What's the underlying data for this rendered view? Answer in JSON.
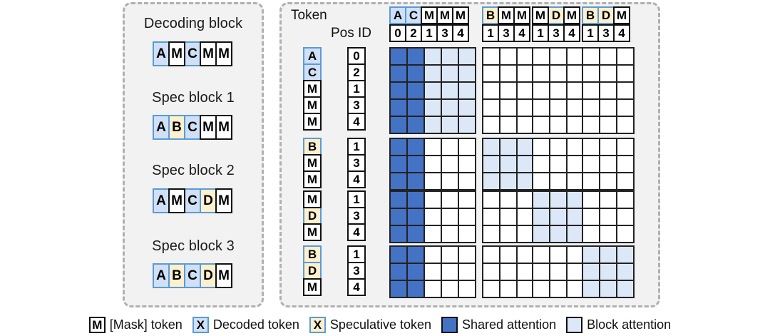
{
  "left_panel": {
    "blocks": [
      {
        "title": "Decoding block",
        "tokens": [
          {
            "label": "A",
            "kind": "dec"
          },
          {
            "label": "M",
            "kind": "mask"
          },
          {
            "label": "C",
            "kind": "dec"
          },
          {
            "label": "M",
            "kind": "mask"
          },
          {
            "label": "M",
            "kind": "mask"
          }
        ]
      },
      {
        "title": "Spec block 1",
        "tokens": [
          {
            "label": "A",
            "kind": "dec"
          },
          {
            "label": "B",
            "kind": "spec"
          },
          {
            "label": "C",
            "kind": "dec"
          },
          {
            "label": "M",
            "kind": "mask"
          },
          {
            "label": "M",
            "kind": "mask"
          }
        ]
      },
      {
        "title": "Spec block 2",
        "tokens": [
          {
            "label": "A",
            "kind": "dec"
          },
          {
            "label": "M",
            "kind": "mask"
          },
          {
            "label": "C",
            "kind": "dec"
          },
          {
            "label": "D",
            "kind": "spec"
          },
          {
            "label": "M",
            "kind": "mask"
          }
        ]
      },
      {
        "title": "Spec block 3",
        "tokens": [
          {
            "label": "A",
            "kind": "dec"
          },
          {
            "label": "B",
            "kind": "spec"
          },
          {
            "label": "C",
            "kind": "dec"
          },
          {
            "label": "D",
            "kind": "spec"
          },
          {
            "label": "M",
            "kind": "mask"
          }
        ]
      }
    ]
  },
  "right_panel": {
    "token_row_label": "Token",
    "pos_row_label": "Pos ID",
    "column_groups": [
      {
        "tokens": [
          {
            "label": "A",
            "kind": "dec"
          },
          {
            "label": "C",
            "kind": "dec"
          },
          {
            "label": "M",
            "kind": "mask"
          },
          {
            "label": "M",
            "kind": "mask"
          },
          {
            "label": "M",
            "kind": "mask"
          }
        ],
        "pos_ids": [
          "0",
          "2",
          "1",
          "3",
          "4"
        ]
      },
      {
        "tokens": [
          {
            "label": "B",
            "kind": "spec"
          },
          {
            "label": "M",
            "kind": "mask"
          },
          {
            "label": "M",
            "kind": "mask"
          }
        ],
        "pos_ids": [
          "1",
          "3",
          "4"
        ]
      },
      {
        "tokens": [
          {
            "label": "M",
            "kind": "mask"
          },
          {
            "label": "D",
            "kind": "spec"
          },
          {
            "label": "M",
            "kind": "mask"
          }
        ],
        "pos_ids": [
          "1",
          "3",
          "4"
        ]
      },
      {
        "tokens": [
          {
            "label": "B",
            "kind": "spec"
          },
          {
            "label": "D",
            "kind": "spec"
          },
          {
            "label": "M",
            "kind": "mask"
          }
        ],
        "pos_ids": [
          "1",
          "3",
          "4"
        ]
      }
    ],
    "row_groups": [
      {
        "tokens": [
          {
            "label": "A",
            "kind": "dec"
          },
          {
            "label": "C",
            "kind": "dec"
          },
          {
            "label": "M",
            "kind": "mask"
          },
          {
            "label": "M",
            "kind": "mask"
          },
          {
            "label": "M",
            "kind": "mask"
          }
        ],
        "pos_ids": [
          "0",
          "2",
          "1",
          "3",
          "4"
        ]
      },
      {
        "tokens": [
          {
            "label": "B",
            "kind": "spec"
          },
          {
            "label": "M",
            "kind": "mask"
          },
          {
            "label": "M",
            "kind": "mask"
          }
        ],
        "pos_ids": [
          "1",
          "3",
          "4"
        ]
      },
      {
        "tokens": [
          {
            "label": "M",
            "kind": "mask"
          },
          {
            "label": "D",
            "kind": "spec"
          },
          {
            "label": "M",
            "kind": "mask"
          }
        ],
        "pos_ids": [
          "1",
          "3",
          "4"
        ]
      },
      {
        "tokens": [
          {
            "label": "B",
            "kind": "spec"
          },
          {
            "label": "D",
            "kind": "spec"
          },
          {
            "label": "M",
            "kind": "mask"
          }
        ],
        "pos_ids": [
          "1",
          "3",
          "4"
        ]
      }
    ],
    "attention_matrix": [
      [
        [
          [
            "shared",
            "shared",
            "blockatt",
            "blockatt",
            "blockatt"
          ],
          [
            "shared",
            "shared",
            "blockatt",
            "blockatt",
            "blockatt"
          ],
          [
            "shared",
            "shared",
            "blockatt",
            "blockatt",
            "blockatt"
          ],
          [
            "shared",
            "shared",
            "blockatt",
            "blockatt",
            "blockatt"
          ],
          [
            "shared",
            "shared",
            "blockatt",
            "blockatt",
            "blockatt"
          ]
        ],
        [
          [
            "none",
            "none",
            "none"
          ],
          [
            "none",
            "none",
            "none"
          ],
          [
            "none",
            "none",
            "none"
          ],
          [
            "none",
            "none",
            "none"
          ],
          [
            "none",
            "none",
            "none"
          ]
        ],
        [
          [
            "none",
            "none",
            "none"
          ],
          [
            "none",
            "none",
            "none"
          ],
          [
            "none",
            "none",
            "none"
          ],
          [
            "none",
            "none",
            "none"
          ],
          [
            "none",
            "none",
            "none"
          ]
        ],
        [
          [
            "none",
            "none",
            "none"
          ],
          [
            "none",
            "none",
            "none"
          ],
          [
            "none",
            "none",
            "none"
          ],
          [
            "none",
            "none",
            "none"
          ],
          [
            "none",
            "none",
            "none"
          ]
        ]
      ],
      [
        [
          [
            "shared",
            "shared",
            "none",
            "none",
            "none"
          ],
          [
            "shared",
            "shared",
            "none",
            "none",
            "none"
          ],
          [
            "shared",
            "shared",
            "none",
            "none",
            "none"
          ]
        ],
        [
          [
            "blockatt",
            "blockatt",
            "blockatt"
          ],
          [
            "blockatt",
            "blockatt",
            "blockatt"
          ],
          [
            "blockatt",
            "blockatt",
            "blockatt"
          ]
        ],
        [
          [
            "none",
            "none",
            "none"
          ],
          [
            "none",
            "none",
            "none"
          ],
          [
            "none",
            "none",
            "none"
          ]
        ],
        [
          [
            "none",
            "none",
            "none"
          ],
          [
            "none",
            "none",
            "none"
          ],
          [
            "none",
            "none",
            "none"
          ]
        ]
      ],
      [
        [
          [
            "shared",
            "shared",
            "none",
            "none",
            "none"
          ],
          [
            "shared",
            "shared",
            "none",
            "none",
            "none"
          ],
          [
            "shared",
            "shared",
            "none",
            "none",
            "none"
          ]
        ],
        [
          [
            "none",
            "none",
            "none"
          ],
          [
            "none",
            "none",
            "none"
          ],
          [
            "none",
            "none",
            "none"
          ]
        ],
        [
          [
            "blockatt",
            "blockatt",
            "blockatt"
          ],
          [
            "blockatt",
            "blockatt",
            "blockatt"
          ],
          [
            "blockatt",
            "blockatt",
            "blockatt"
          ]
        ],
        [
          [
            "none",
            "none",
            "none"
          ],
          [
            "none",
            "none",
            "none"
          ],
          [
            "none",
            "none",
            "none"
          ]
        ]
      ],
      [
        [
          [
            "shared",
            "shared",
            "none",
            "none",
            "none"
          ],
          [
            "shared",
            "shared",
            "none",
            "none",
            "none"
          ],
          [
            "shared",
            "shared",
            "none",
            "none",
            "none"
          ]
        ],
        [
          [
            "none",
            "none",
            "none"
          ],
          [
            "none",
            "none",
            "none"
          ],
          [
            "none",
            "none",
            "none"
          ]
        ],
        [
          [
            "none",
            "none",
            "none"
          ],
          [
            "none",
            "none",
            "none"
          ],
          [
            "none",
            "none",
            "none"
          ]
        ],
        [
          [
            "blockatt",
            "blockatt",
            "blockatt"
          ],
          [
            "blockatt",
            "blockatt",
            "blockatt"
          ],
          [
            "blockatt",
            "blockatt",
            "blockatt"
          ]
        ]
      ]
    ]
  },
  "legend": {
    "items": [
      {
        "swatch": "M",
        "kind": "mask",
        "text": "[Mask] token"
      },
      {
        "swatch": "X",
        "kind": "dec",
        "text": "Decoded token"
      },
      {
        "swatch": "X",
        "kind": "spec",
        "text": "Speculative token"
      },
      {
        "swatch": "",
        "kind": "shared",
        "text": "Shared attention"
      },
      {
        "swatch": "",
        "kind": "blockatt",
        "text": "Block attention"
      }
    ]
  },
  "colors": {
    "decoded_fill": "#CFE0F7",
    "speculative_fill": "#FDF0CE",
    "token_border_blue": "#5B9BD5",
    "shared_attention": "#4472C4",
    "block_attention": "#DCE8F8",
    "panel_bg": "#F2F2F2",
    "panel_border": "#B0B0B0"
  }
}
